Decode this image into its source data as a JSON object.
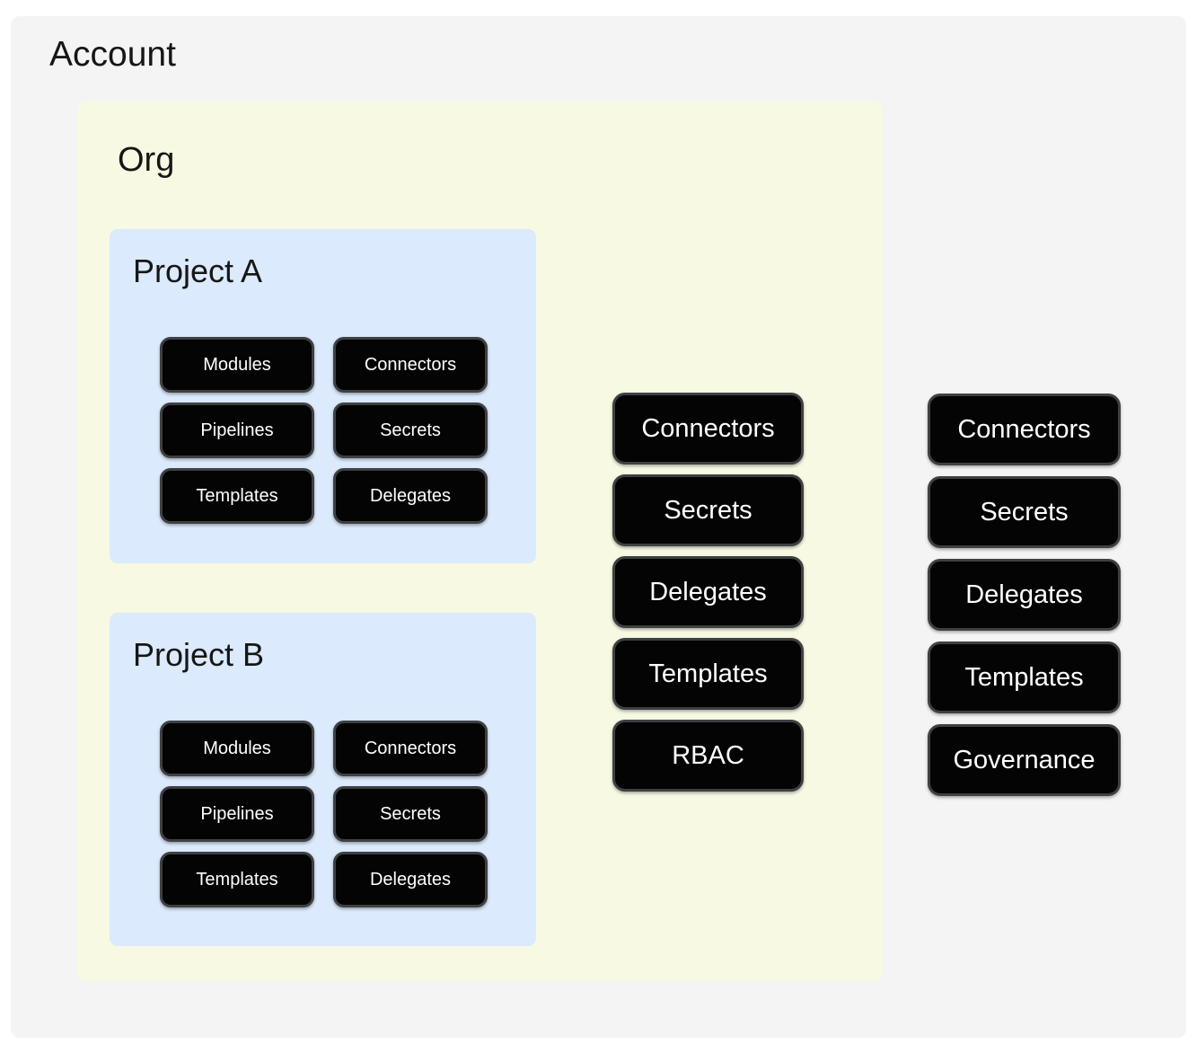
{
  "account": {
    "title": "Account",
    "pills": [
      "Connectors",
      "Secrets",
      "Delegates",
      "Templates",
      "Governance"
    ]
  },
  "org": {
    "title": "Org",
    "pills": [
      "Connectors",
      "Secrets",
      "Delegates",
      "Templates",
      "RBAC"
    ]
  },
  "projects": [
    {
      "title": "Project A",
      "buttons": [
        "Modules",
        "Connectors",
        "Pipelines",
        "Secrets",
        "Templates",
        "Delegates"
      ]
    },
    {
      "title": "Project B",
      "buttons": [
        "Modules",
        "Connectors",
        "Pipelines",
        "Secrets",
        "Templates",
        "Delegates"
      ]
    }
  ],
  "colors": {
    "account_bg": "#f4f4f4",
    "org_bg": "#f7f9e2",
    "project_bg": "#dbeafc",
    "pill_bg": "#040404",
    "pill_border": "#3e4043",
    "pill_text": "#ffffff",
    "title_color": "#161616",
    "page_bg": "#ffffff"
  }
}
